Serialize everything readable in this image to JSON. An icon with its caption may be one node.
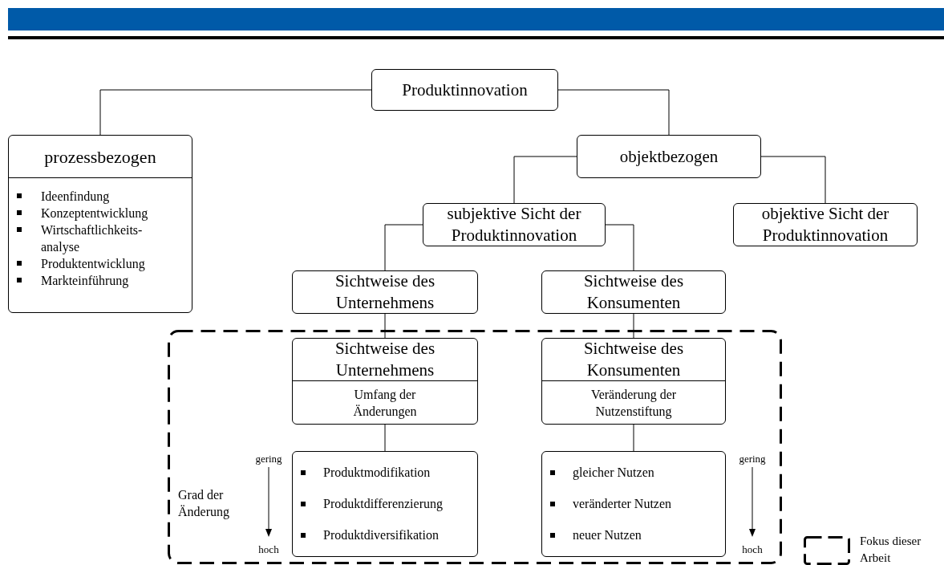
{
  "diagram": {
    "nodes": [
      {
        "text": [
          "Produktinnovation"
        ]
      },
      {
        "text": [
          "prozessbezogen",
          "Ideenfindung",
          "Konzeptentwicklung",
          "Wirtschaftlichkeits-analyse",
          "Produktentwicklung",
          "Markteinführung"
        ]
      },
      {
        "text": [
          "objektbezogen"
        ]
      },
      {
        "text": [
          "subjektive Sicht der Produktinnovation"
        ]
      },
      {
        "text": [
          "objektive Sicht der Produktinnovation"
        ]
      },
      {
        "text": [
          "Sichtweise des Unternehmens"
        ]
      },
      {
        "text": [
          "Sichtweise des Konsumenten"
        ]
      },
      {
        "text": [],
        "shape": "box"
      },
      {
        "text": [
          "Sichtweise des Unternehmens",
          "Umfang der Änderungen"
        ],
        "in": 7
      },
      {
        "text": [
          "Sichtweise des Konsumenten",
          "Veränderung der Nutzenstiftung"
        ],
        "in": 7
      },
      {
        "text": [
          "Produktmodifikation",
          "Produktdifferenzierung",
          "Produktdiversifikation"
        ],
        "in": 7
      },
      {
        "text": [
          "gleicher Nutzen",
          "veränderter Nutzen",
          "neuer Nutzen"
        ],
        "in": 7
      }
    ],
    "edges": [
      {
        "from": 0,
        "to": 1,
        "arrow": "none"
      },
      {
        "from": 0,
        "to": 2,
        "arrow": "none"
      },
      {
        "from": 2,
        "to": 3,
        "arrow": "none"
      },
      {
        "from": 2,
        "to": 4,
        "arrow": "none"
      },
      {
        "from": 3,
        "to": 5,
        "arrow": "none"
      },
      {
        "from": 3,
        "to": 6,
        "arrow": "none"
      },
      {
        "from": 5,
        "to": 8,
        "arrow": "none"
      },
      {
        "from": 6,
        "to": 9,
        "arrow": "none"
      },
      {
        "from": 8,
        "to": 10,
        "arrow": "none"
      },
      {
        "from": 9,
        "to": 11,
        "arrow": "none"
      }
    ],
    "labels": [
      "gering",
      "hoch",
      "Grad der Änderung",
      "gering",
      "hoch"
    ],
    "legend": [
      {
        "text": "Fokus dieser Arbeit"
      }
    ]
  }
}
